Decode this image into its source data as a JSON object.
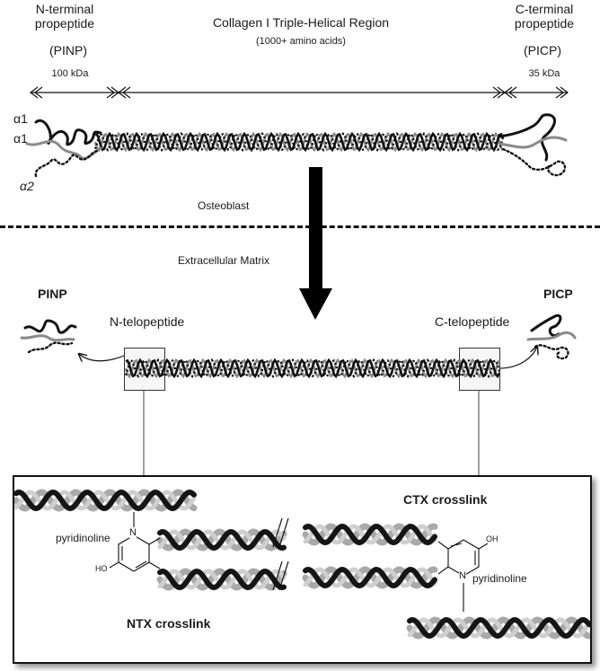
{
  "top": {
    "n_terminal_line1": "N-terminal",
    "n_terminal_line2": "propeptide",
    "pinp_paren": "(PINP)",
    "pinp_mass": "100 kDa",
    "region_title": "Collagen I Triple-Helical Region",
    "region_subtitle": "(1000+ amino acids)",
    "c_terminal_line1": "C-terminal",
    "c_terminal_line2": "propeptide",
    "picp_paren": "(PICP)",
    "picp_mass": "35 kDa",
    "chain_alpha1_a": "α1",
    "chain_alpha1_b": "α1",
    "chain_alpha2": "α2"
  },
  "middle": {
    "osteoblast": "Osteoblast",
    "ecm": "Extracellular Matrix"
  },
  "cleaved": {
    "pinp": "PINP",
    "picp": "PICP",
    "n_telopeptide": "N-telopeptide",
    "c_telopeptide": "C-telopeptide"
  },
  "panel": {
    "ctx_label": "CTX crosslink",
    "ntx_label": "NTX crosslink",
    "pyridinoline_left": "pyridinoline",
    "pyridinoline_right": "pyridinoline",
    "n_atom_left": "N",
    "n_atom_right": "N",
    "ho_left": "HO",
    "oh_right": "OH"
  },
  "colors": {
    "black_strand": "#111111",
    "gray_strand": "#8a8a8a",
    "ribbon_light": "#a9a9a9",
    "ribbon_dark": "#151515"
  }
}
